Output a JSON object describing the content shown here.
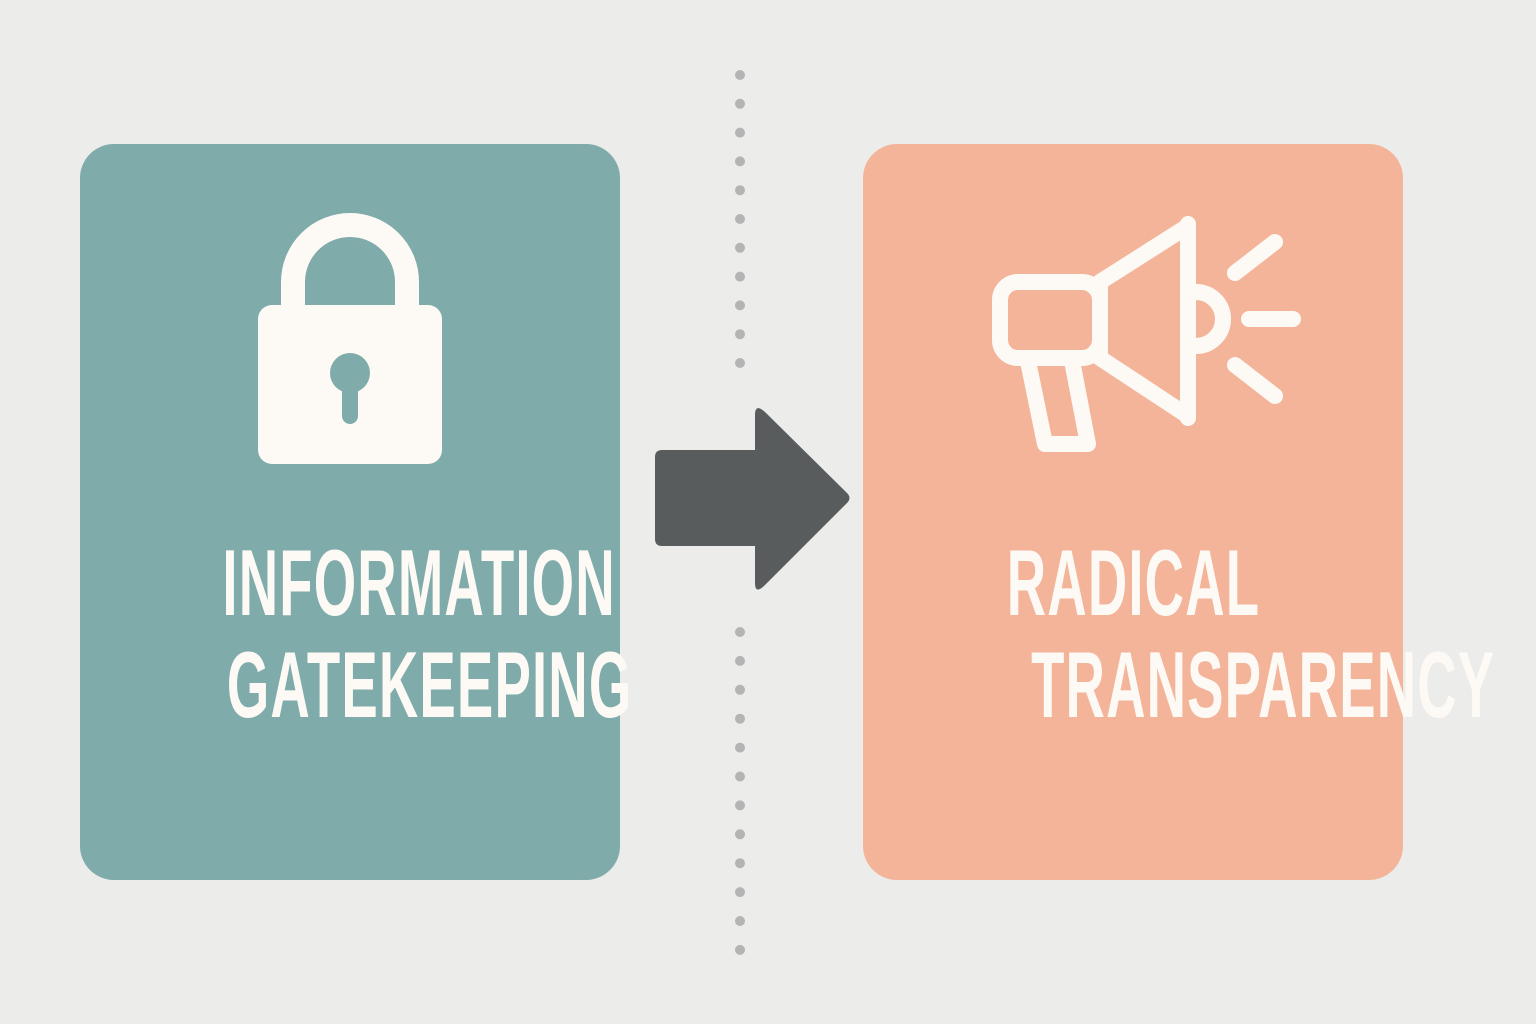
{
  "colors": {
    "background": "#ececeb",
    "teal": "#7fabaa",
    "salmon": "#f4b49a",
    "arrow": "#585c5c",
    "icon": "#fdfaf5",
    "divider": "#b4b4b4"
  },
  "left": {
    "icon": "lock-icon",
    "line1": "INFORMATION",
    "line2": "GATEKEEPING"
  },
  "right": {
    "icon": "megaphone-icon",
    "line1": "RADICAL",
    "line2": "TRANSPARENCY"
  },
  "connector": {
    "icon": "arrow-right-icon"
  }
}
